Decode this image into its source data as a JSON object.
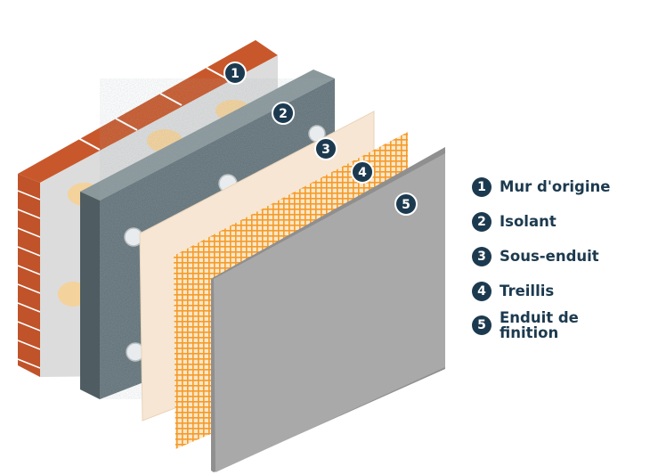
{
  "layers": [
    {
      "number": "1",
      "label": "Mur d'origine"
    },
    {
      "number": "2",
      "label": "Isolant"
    },
    {
      "number": "3",
      "label": "Sous-enduit"
    },
    {
      "number": "4",
      "label": "Treillis"
    },
    {
      "number": "5",
      "label": "Enduit de\nfinition"
    }
  ],
  "colors": {
    "badge": "#1c3a4f",
    "brick": "#c8582b",
    "mortar": "#ffffff",
    "wall_face": "#dcdcdc",
    "adhesive": "#f4d29b",
    "insulation": "#65757b",
    "anchor": "#e8ecee",
    "base_coat": "#f6e6d3",
    "mesh": "#f59b2a",
    "finish": "#a9a9a9"
  }
}
